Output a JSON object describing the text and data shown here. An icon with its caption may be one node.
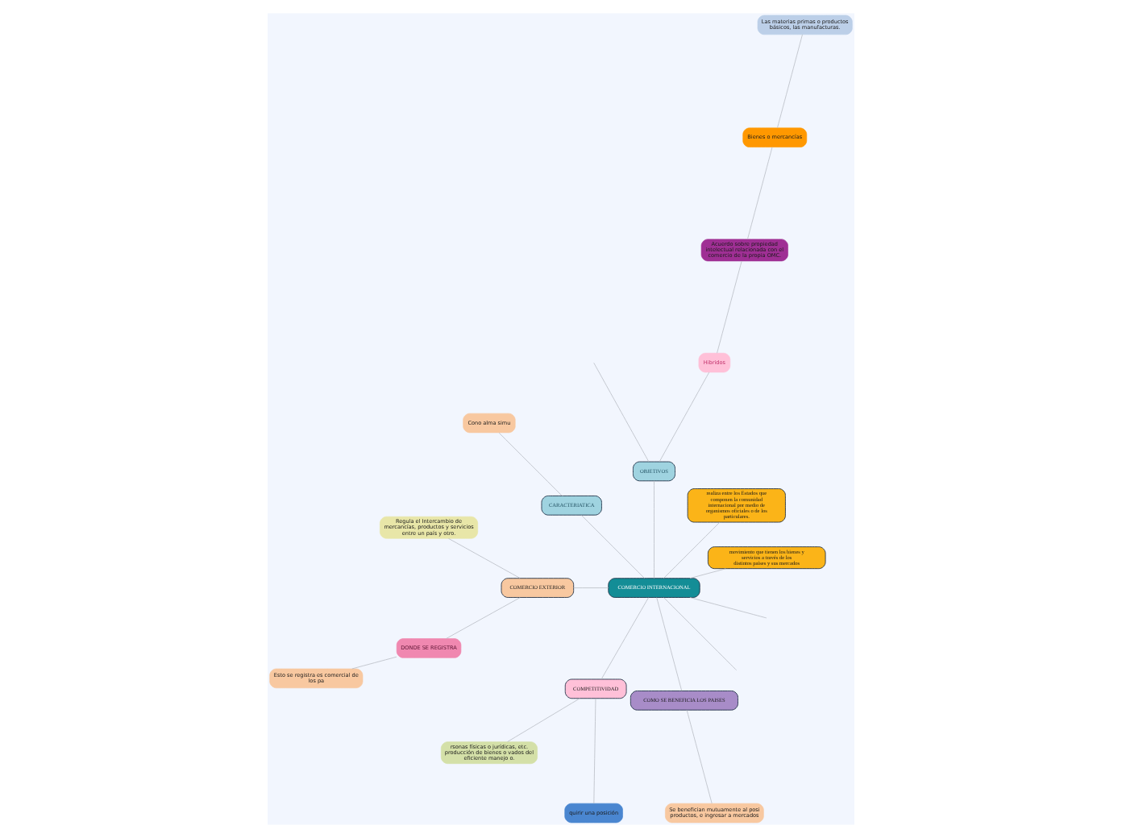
{
  "diagram": {
    "nodes": [
      {
        "text": [
          "COMERCIO INTERNACIONAL"
        ]
      },
      {
        "text": [
          "movimiento que tienen los bienes y servicios a través de los distintos países y sus mercados"
        ]
      },
      {
        "text": [
          "realiza entre los Estados que componen la comunidad internacional por medio de organismos oficiales o de los particulares."
        ]
      },
      {
        "text": [
          "OBJETIVOS"
        ]
      },
      {
        "text": [
          "Hibridos"
        ]
      },
      {
        "text": [
          "Acuerdo sobre propiedad intelectual relacionada con el comercio de la propia OMC."
        ]
      },
      {
        "text": [
          "Bienes o mercancías"
        ]
      },
      {
        "text": [
          "Las materias primas o productos básicos, las manufacturas."
        ]
      },
      {
        "text": [
          "CARACTERIATICA"
        ]
      },
      {
        "text": [
          "Cono alma simu"
        ]
      },
      {
        "text": [
          "COMERCIO EXTERIOR"
        ]
      },
      {
        "text": [
          "Regula el Intercambio de mercancías, productos y servicios entre un país y otro."
        ]
      },
      {
        "text": [
          "DONDE SE REGISTRA"
        ]
      },
      {
        "text": [
          "Esto se registra es comercial de los pa"
        ]
      },
      {
        "text": [
          "COMPETITIVIDAD"
        ]
      },
      {
        "text": [
          "rsonas físicas o jurídicas, etc. producción de bienes o vados del eficiente manejo o."
        ]
      },
      {
        "text": [
          "quirir una posición"
        ]
      },
      {
        "text": [
          "COMO SE BENEFICIA LOS PAISES"
        ]
      },
      {
        "text": [
          "Se benefician mutuamente al posi productos, e ingresar a mercados"
        ]
      }
    ],
    "edges": [
      {
        "from": 0,
        "to": 1,
        "arrow": "none"
      },
      {
        "from": 0,
        "to": 2,
        "arrow": "none"
      },
      {
        "from": 0,
        "to": 3,
        "arrow": "none"
      },
      {
        "from": 3,
        "to": null,
        "arrow": "none"
      },
      {
        "from": 3,
        "to": 4,
        "arrow": "none"
      },
      {
        "from": 4,
        "to": 5,
        "arrow": "none"
      },
      {
        "from": 5,
        "to": 6,
        "arrow": "none"
      },
      {
        "from": 6,
        "to": 7,
        "arrow": "none"
      },
      {
        "from": 0,
        "to": 8,
        "arrow": "none"
      },
      {
        "from": 8,
        "to": 9,
        "arrow": "none"
      },
      {
        "from": 0,
        "to": 10,
        "arrow": "none"
      },
      {
        "from": 10,
        "to": 11,
        "arrow": "none"
      },
      {
        "from": 10,
        "to": 12,
        "arrow": "none"
      },
      {
        "from": 12,
        "to": 13,
        "arrow": "none"
      },
      {
        "from": 0,
        "to": 14,
        "arrow": "none"
      },
      {
        "from": 14,
        "to": 15,
        "arrow": "none"
      },
      {
        "from": 14,
        "to": 16,
        "arrow": "none"
      },
      {
        "from": 0,
        "to": 17,
        "arrow": "none"
      },
      {
        "from": 17,
        "to": 18,
        "arrow": "none"
      },
      {
        "from": 0,
        "to": null,
        "arrow": "none"
      },
      {
        "from": 0,
        "to": null,
        "arrow": "none"
      }
    ]
  }
}
